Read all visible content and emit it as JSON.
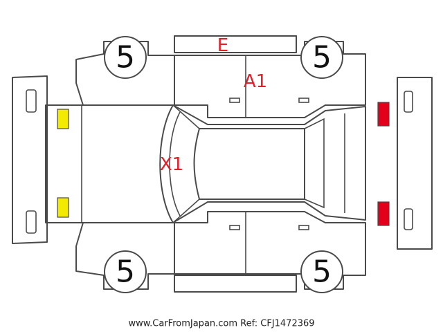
{
  "tires": {
    "front_left": "5",
    "front_right": "5",
    "rear_left": "5",
    "rear_right": "5"
  },
  "damage_marks": {
    "top_panel": "E",
    "front_door": "A1",
    "hood": "X1"
  },
  "lights": {
    "front_color": "#f2ea00",
    "rear_color": "#e2001a"
  },
  "colors": {
    "mark_text": "#e0202a",
    "outline": "#4a4a4a"
  },
  "footer": {
    "caption": "www.CarFromJapan.com Ref: CFJ1472369"
  }
}
